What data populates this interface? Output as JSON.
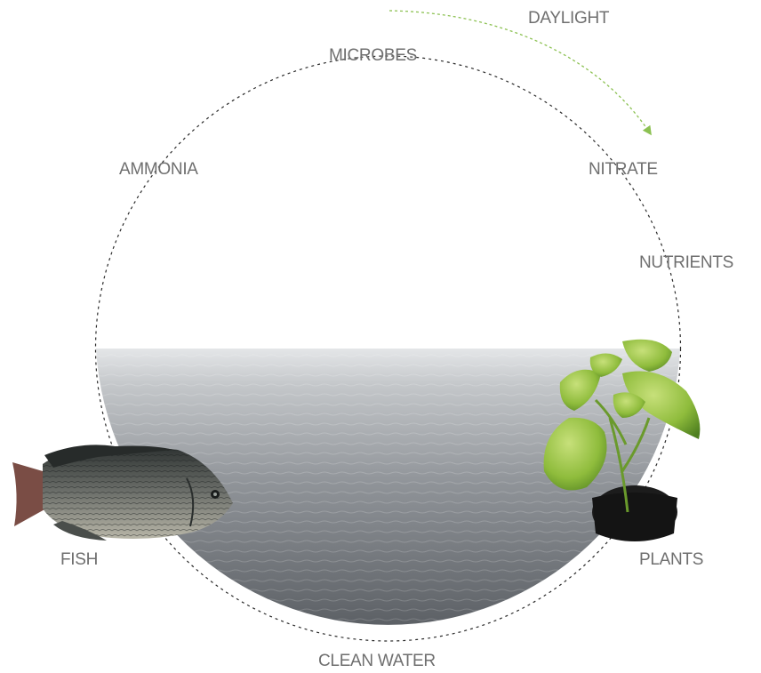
{
  "labels": {
    "daylight": "DAYLIGHT",
    "microbes": "MICROBES",
    "ammonia": "AMMONIA",
    "nitrate": "NITRATE",
    "nutrients": "NUTRIENTS",
    "fish": "FISH",
    "plants": "PLANTS",
    "clean_water": "CLEAN WATER"
  },
  "colors": {
    "label_text": "#6f6f6f",
    "cycle_line": "#2b2b2b",
    "daylight_arrow": "#8cc152",
    "water_top": "#d9dcdf",
    "water_mid": "#8d9196",
    "water_bottom": "#55595e"
  },
  "icons": {
    "fish": "tilapia-fish-illustration",
    "plant": "potted-basil-plant-illustration"
  }
}
